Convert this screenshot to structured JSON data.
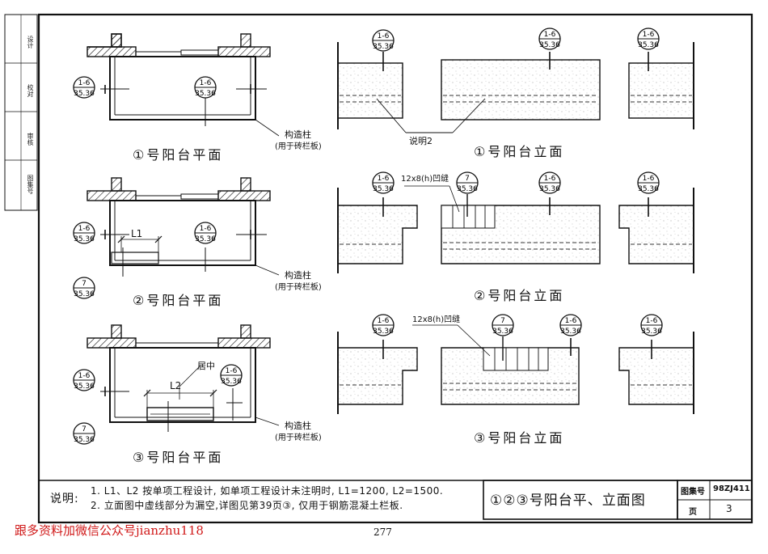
{
  "sidebar": {
    "labels": [
      "设计",
      "校对",
      "审核",
      "图集号"
    ]
  },
  "plans": [
    {
      "title": "①号阳台平面",
      "annotation": "构造柱",
      "annotation_sub": "(用于砖栏板)"
    },
    {
      "title": "②号阳台平面",
      "annotation": "构造柱",
      "annotation_sub": "(用于砖栏板)",
      "dim": "L1"
    },
    {
      "title": "③号阳台平面",
      "annotation": "构造柱",
      "annotation_sub": "(用于砖栏板)",
      "dim": "L2",
      "center_note": "居中"
    }
  ],
  "elevations": [
    {
      "title": "①号阳台立面",
      "note": "说明2"
    },
    {
      "title": "②号阳台立面",
      "groove": "12x8(h)凹缝"
    },
    {
      "title": "③号阳台立面",
      "groove": "12x8(h)凹缝"
    }
  ],
  "callouts": {
    "a": {
      "top": "1-6",
      "bottom": "35.36"
    },
    "b": {
      "top": "7",
      "bottom": "35.36"
    }
  },
  "notes": {
    "heading": "说明:",
    "items": [
      "1. L1、L2 按单项工程设计, 如单项工程设计未注明时, L1=1200, L2=1500.",
      "2. 立面图中虚线部分为漏空,详图见第39页③, 仅用于钢筋混凝土栏板."
    ]
  },
  "title_block": {
    "title": "①②③号阳台平、立面图",
    "atlas_label": "图集号",
    "atlas_value": "98ZJ411",
    "page_label": "页",
    "page_value": "3"
  },
  "watermark": "跟多资料加微信公众号jianzhu118",
  "page_number": "277"
}
